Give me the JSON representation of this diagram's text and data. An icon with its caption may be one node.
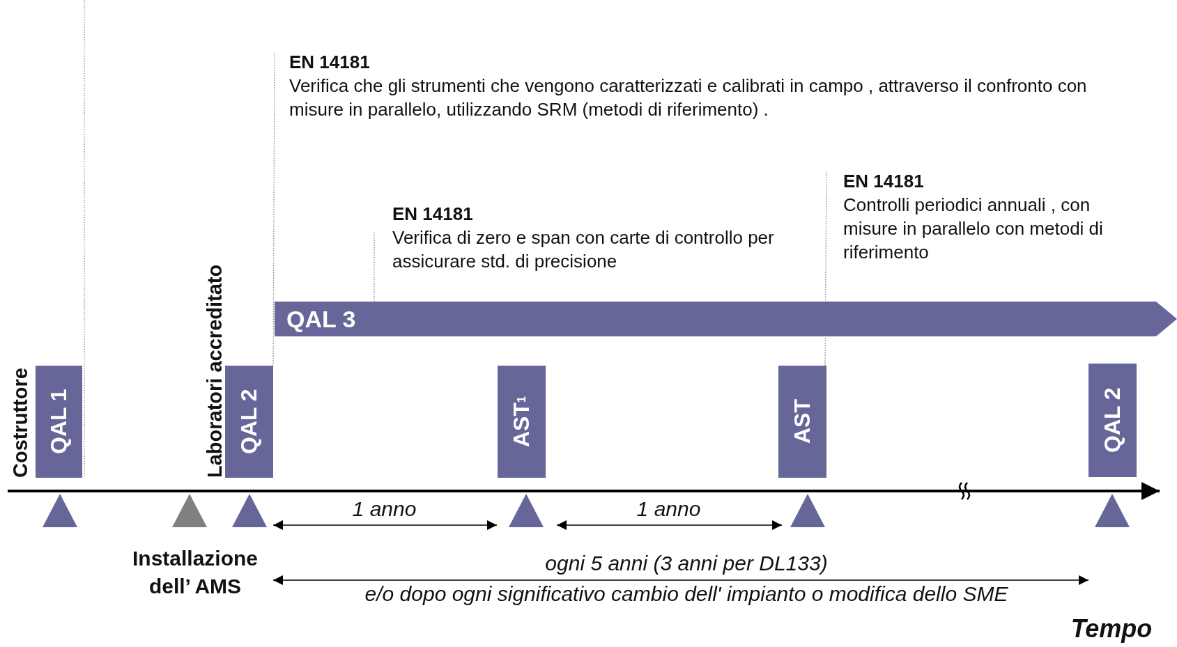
{
  "diagram": {
    "nodes": [
      {
        "text": [
          "EN 14181",
          "Verifica che gli strumenti che vengono caratterizzati e calibrati in campo , attraverso il confronto con misure in parallelo, utilizzando SRM (metodi di riferimento) ."
        ]
      },
      {
        "text": [
          "EN 14181",
          "Verifica di zero e span con carte di controllo per assicurare std. di precisione"
        ]
      },
      {
        "text": [
          "EN 14181",
          "Controlli periodici annuali , con misure in parallelo con metodi di riferimento"
        ]
      },
      {
        "text": [
          "QAL 3"
        ]
      },
      {
        "text": [
          "QAL 1"
        ],
        "beside": [
          "Costruttore"
        ]
      },
      {
        "text": [
          "QAL 2"
        ],
        "beside": [
          "Laboratori accreditato"
        ]
      },
      {
        "text": [
          "AST$^{1}$"
        ]
      },
      {
        "text": [
          "AST"
        ]
      },
      {
        "text": [
          "QAL 2"
        ]
      }
    ],
    "edges": [
      {
        "from": 0,
        "to": 5,
        "arrow": "none",
        "style": "dashed"
      },
      {
        "from": 1,
        "to": 3,
        "arrow": "none",
        "style": "dashed"
      },
      {
        "from": 2,
        "to": 7,
        "arrow": "none",
        "style": "dashed"
      }
    ],
    "labels": [
      "1 anno",
      "1 anno",
      "Installazione dell’ AMS",
      "ogni 5 anni (3 anni per DL133)",
      "e/o dopo ogni significativo cambio dell' impianto o modifica dello SME",
      "Tempo"
    ]
  }
}
